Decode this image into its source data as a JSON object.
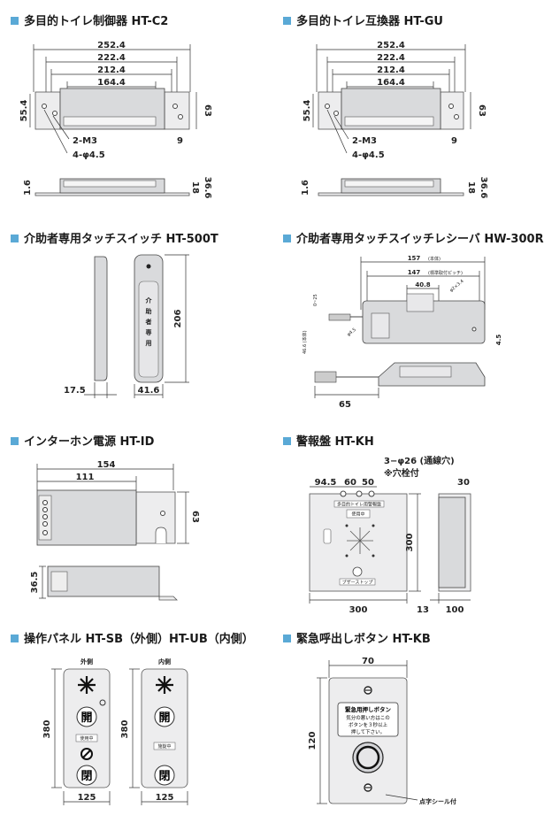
{
  "colors": {
    "accent": "#5aa9d6",
    "device_fill": "#d9dadc",
    "line": "#333333"
  },
  "icons": {
    "section": "square-bullet",
    "emergency": "asterisk-symbol",
    "hole": "circle-hole"
  },
  "sections": [
    {
      "title": "多目的トイレ制御器 HT-C2",
      "dims": {
        "d1": "252.4",
        "d2": "222.4",
        "d3": "212.4",
        "d4": "164.4",
        "d5": "55.4",
        "d6": "63",
        "d7": "9",
        "d8": "2-M3",
        "d9": "4-φ4.5",
        "d10": "1.6",
        "d11": "18",
        "d12": "36.6"
      }
    },
    {
      "title": "多目的トイレ互換器 HT-GU",
      "dims": {
        "d1": "252.4",
        "d2": "222.4",
        "d3": "212.4",
        "d4": "164.4",
        "d5": "55.4",
        "d6": "63",
        "d7": "9",
        "d8": "2-M3",
        "d9": "4-φ4.5",
        "d10": "1.6",
        "d11": "18",
        "d12": "36.6"
      }
    },
    {
      "title": "介助者専用タッチスイッチ HT-500T",
      "dims": {
        "height": "206",
        "depth": "17.5",
        "width": "41.6"
      },
      "face_label": [
        "介",
        "助",
        "者",
        "専",
        "用"
      ]
    },
    {
      "title": "介助者専用タッチスイッチレシーバ HW-300R",
      "dims": {
        "body": "157",
        "body_note": "(本体)",
        "pitch": "147",
        "pitch_note": "(標準取付ピッチ)",
        "center": "40.8",
        "holes": "φ2×3.4",
        "side": "0~25",
        "height": "46.6 (本体)",
        "hole": "φ4.5",
        "offset": "4.5",
        "depth": "65"
      }
    },
    {
      "title": "インターホン電源 HT-ID",
      "dims": {
        "total": "154",
        "body": "111",
        "height": "63",
        "side_height": "36.5"
      }
    },
    {
      "title": "警報盤 HT-KH",
      "dims": {
        "a": "94.5",
        "b": "60",
        "c": "50",
        "holes": "3−φ26 (通線穴)",
        "plug": "※穴栓付",
        "top": "30",
        "height": "300",
        "width": "300",
        "side_a": "13",
        "side_b": "100"
      },
      "labels": {
        "plate": "多目的トイレ用警報盤",
        "in_use": "使用中",
        "buzzer": "ブザーストップ"
      }
    },
    {
      "title": "操作パネル HT-SB（外側）HT-UB（内側）",
      "outer": {
        "caption": "外側",
        "open": "開",
        "status": "使用中",
        "close": "閉",
        "height": "380",
        "width": "125"
      },
      "inner": {
        "caption": "内側",
        "open": "開",
        "status": "施錠中",
        "close": "閉",
        "height": "380",
        "width": "125"
      }
    },
    {
      "title": "緊急呼出しボタン HT-KB",
      "dims": {
        "width": "70",
        "height": "120"
      },
      "plate": {
        "line1": "緊急用押しボタン",
        "line2": "気分の悪い方はこの",
        "line3": "ボタンを３秒以上",
        "line4": "押して下さい。"
      },
      "note": "点字シール付"
    }
  ]
}
